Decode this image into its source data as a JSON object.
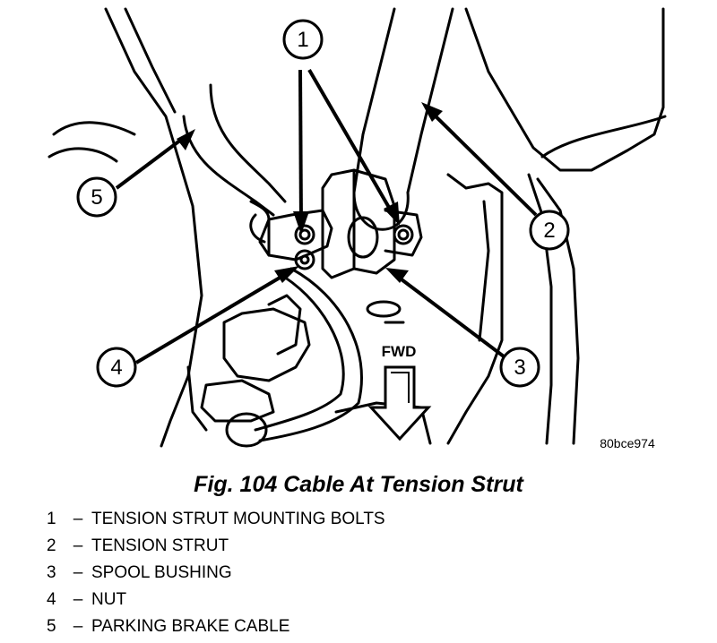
{
  "figure": {
    "fwd_label": "FWD",
    "image_code": "80bce974",
    "callouts": [
      "1",
      "2",
      "3",
      "4",
      "5"
    ],
    "caption": "Fig. 104 Cable At Tension Strut"
  },
  "legend": [
    {
      "number": "1",
      "dash": "–",
      "text": "TENSION STRUT MOUNTING BOLTS"
    },
    {
      "number": "2",
      "dash": "–",
      "text": "TENSION STRUT"
    },
    {
      "number": "3",
      "dash": "–",
      "text": "SPOOL BUSHING"
    },
    {
      "number": "4",
      "dash": "–",
      "text": "NUT"
    },
    {
      "number": "5",
      "dash": "–",
      "text": "PARKING BRAKE CABLE"
    }
  ]
}
